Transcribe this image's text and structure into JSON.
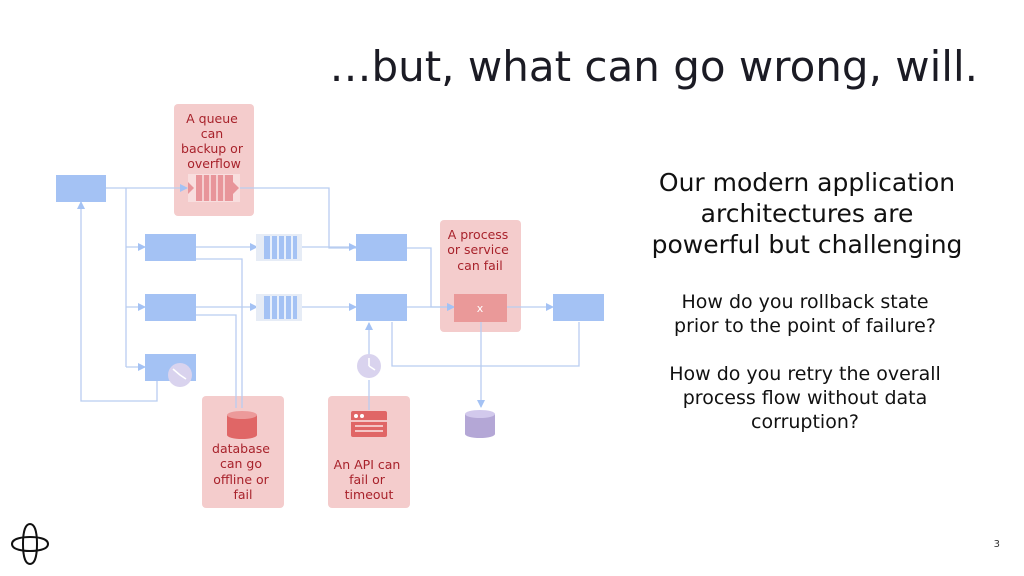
{
  "title": "…but, what can go wrong, will.",
  "heading": [
    "Our modern application",
    "architectures are",
    "powerful but challenging"
  ],
  "questions": [
    [
      "How do you rollback state",
      "prior to the point of failure?"
    ],
    [
      "How do you retry the overall",
      "process flow without data",
      "corruption?"
    ]
  ],
  "callouts": {
    "queue": [
      "A queue",
      "can",
      "backup or",
      "overflow"
    ],
    "process": [
      "A process",
      "or service",
      "can fail"
    ],
    "database": [
      "database",
      "can go",
      "offline or",
      "fail"
    ],
    "api": [
      "An API can",
      "fail or",
      "timeout"
    ]
  },
  "failed_marker": "x",
  "page_number": "3",
  "colors": {
    "service_box": "#a4c2f4",
    "connector": "#b9cdf0",
    "callout_bg": "#f4cccc",
    "callout_text": "#a8222b",
    "alert_shape": "#e06666",
    "purple": "#b4a7d6"
  }
}
